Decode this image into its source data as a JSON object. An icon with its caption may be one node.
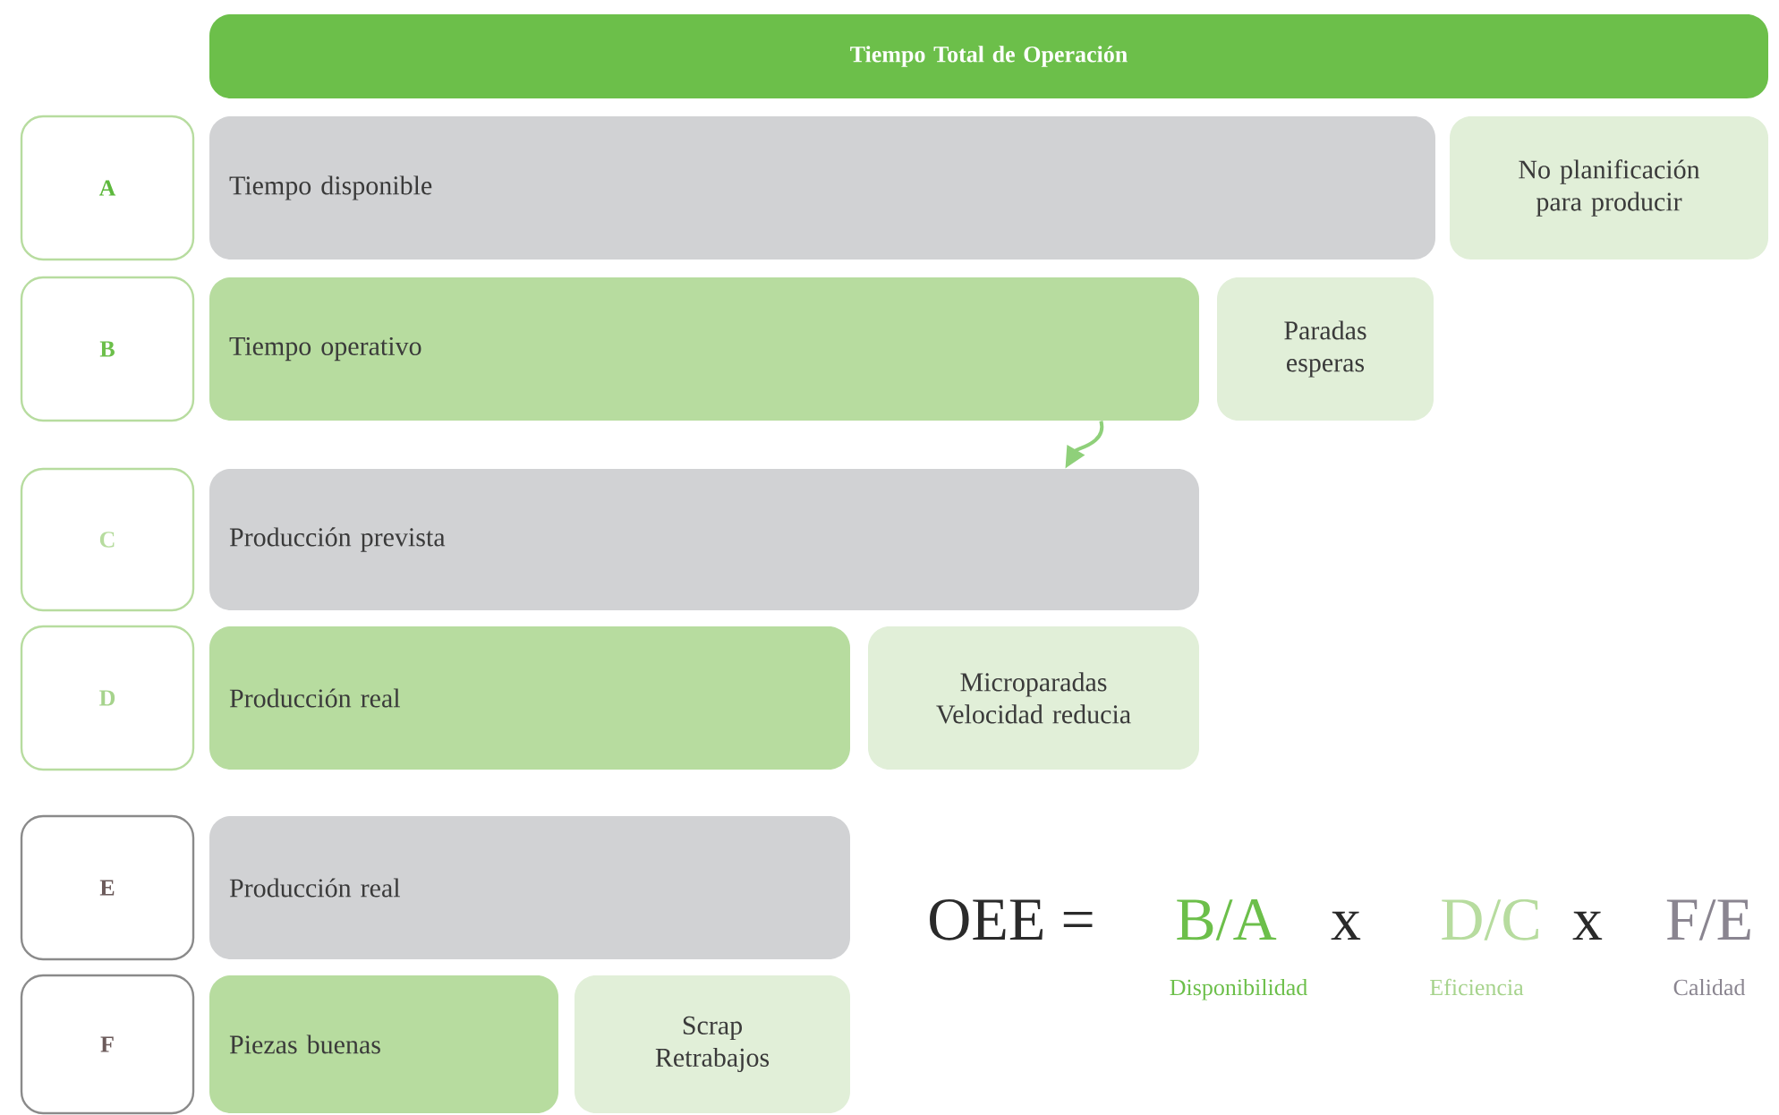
{
  "diagram": {
    "nodes": [
      {
        "text": [
          "Tiempo Total de Operación"
        ]
      },
      {
        "text": [
          "A"
        ]
      },
      {
        "text": [
          "Tiempo disponible"
        ]
      },
      {
        "text": [
          "No planificación para producir"
        ]
      },
      {
        "text": [
          "B"
        ]
      },
      {
        "text": [
          "Tiempo operativo"
        ]
      },
      {
        "text": [
          "Paradas esperas"
        ]
      },
      {
        "text": [
          "C"
        ]
      },
      {
        "text": [
          "Producción prevista"
        ]
      },
      {
        "text": [
          "D"
        ]
      },
      {
        "text": [
          "Producción real"
        ]
      },
      {
        "text": [
          "Microparadas Velocidad reducia"
        ]
      },
      {
        "text": [
          "E"
        ]
      },
      {
        "text": [
          "Producción real"
        ]
      },
      {
        "text": [
          "F"
        ]
      },
      {
        "text": [
          "Piezas buenas"
        ]
      },
      {
        "text": [
          "Scrap Retrabajos"
        ]
      }
    ],
    "edges": [
      {
        "from": 5,
        "to": 8,
        "arrow": "to"
      }
    ],
    "labels": [
      "OEE =",
      "B/A",
      "x",
      "D/C",
      "x",
      "F/E",
      "Disponibilidad",
      "Eficiencia",
      "Calidad"
    ]
  }
}
